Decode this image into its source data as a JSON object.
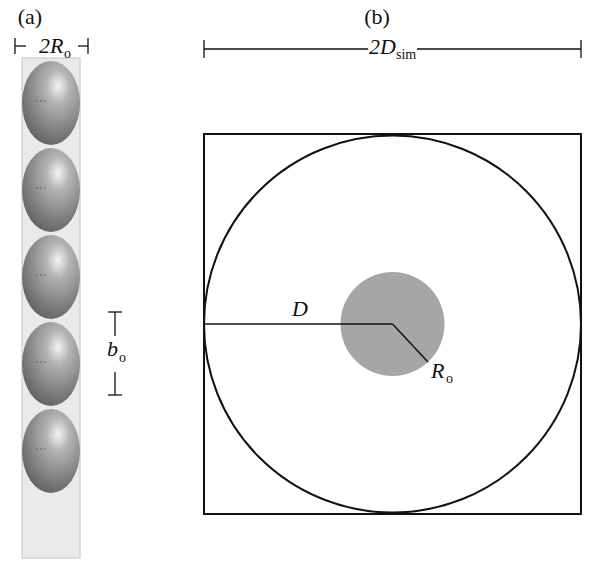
{
  "diagram": {
    "labels": [
      "(a)",
      "(b)",
      "2R",
      "o",
      "b",
      "o",
      "2D",
      "sim",
      "D",
      "R",
      "o"
    ]
  }
}
